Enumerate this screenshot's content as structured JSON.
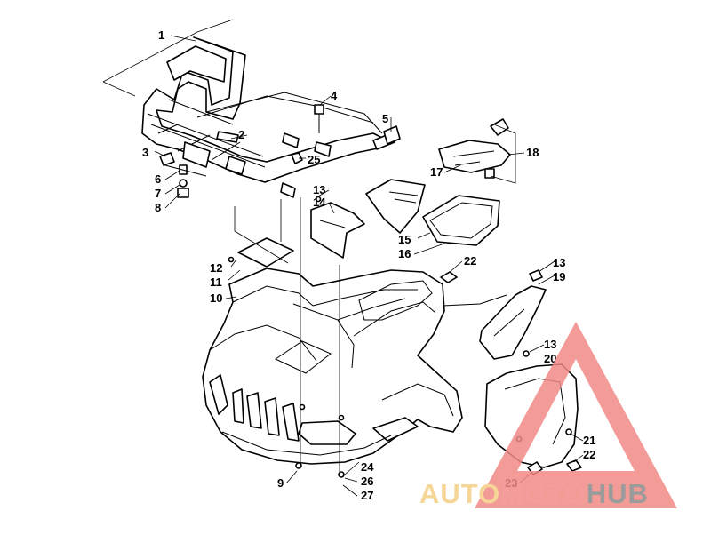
{
  "diagram": {
    "callouts": [
      {
        "id": "c1",
        "text": "1"
      },
      {
        "id": "c2",
        "text": "2"
      },
      {
        "id": "c3",
        "text": "3"
      },
      {
        "id": "c4",
        "text": "4"
      },
      {
        "id": "c5",
        "text": "5"
      },
      {
        "id": "c6",
        "text": "6"
      },
      {
        "id": "c7",
        "text": "7"
      },
      {
        "id": "c8",
        "text": "8"
      },
      {
        "id": "c9",
        "text": "9"
      },
      {
        "id": "c10",
        "text": "10"
      },
      {
        "id": "c11",
        "text": "11"
      },
      {
        "id": "c12",
        "text": "12"
      },
      {
        "id": "c13a",
        "text": "13"
      },
      {
        "id": "c13b",
        "text": "13"
      },
      {
        "id": "c13c",
        "text": "13"
      },
      {
        "id": "c14",
        "text": "14"
      },
      {
        "id": "c15",
        "text": "15"
      },
      {
        "id": "c16",
        "text": "16"
      },
      {
        "id": "c17",
        "text": "17"
      },
      {
        "id": "c18",
        "text": "18"
      },
      {
        "id": "c19",
        "text": "19"
      },
      {
        "id": "c20",
        "text": "20"
      },
      {
        "id": "c21",
        "text": "21"
      },
      {
        "id": "c22a",
        "text": "22"
      },
      {
        "id": "c22b",
        "text": "22"
      },
      {
        "id": "c23",
        "text": "23"
      },
      {
        "id": "c24",
        "text": "24"
      },
      {
        "id": "c25",
        "text": "25"
      },
      {
        "id": "c26",
        "text": "26"
      },
      {
        "id": "c27",
        "text": "27"
      }
    ]
  },
  "watermark": {
    "part1": "AUTO",
    "part2": "MOTO",
    "part3": "HUB",
    "colors": {
      "auto": "#f4cf84",
      "moto": "#f28d8b",
      "hub": "#8a8a8a",
      "triangle": "#f08a86"
    }
  }
}
